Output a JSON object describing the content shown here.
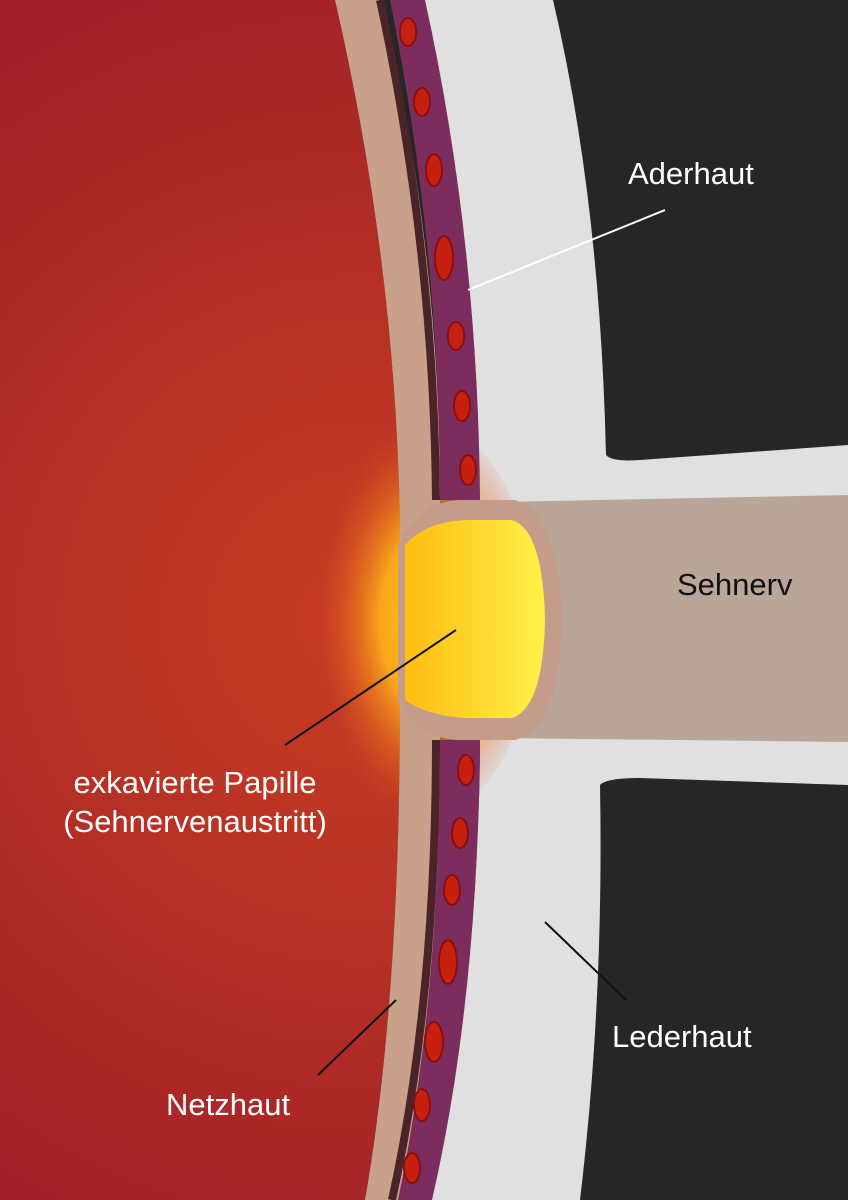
{
  "labels": {
    "aderhaut": "Aderhaut",
    "sehnerv": "Sehnerv",
    "papille_line1": "exkavierte Papille",
    "papille_line2": "(Sehnervenaustritt)",
    "lederhaut": "Lederhaut",
    "netzhaut": "Netzhaut"
  },
  "colors": {
    "vitreous": "#b8302a",
    "retina": "#c9a08a",
    "choroid": "#7d2c5e",
    "sclera": "#e0e0e0",
    "optic_nerve": "#b9a699",
    "papilla": "#ffd21a",
    "background": "#262626"
  }
}
